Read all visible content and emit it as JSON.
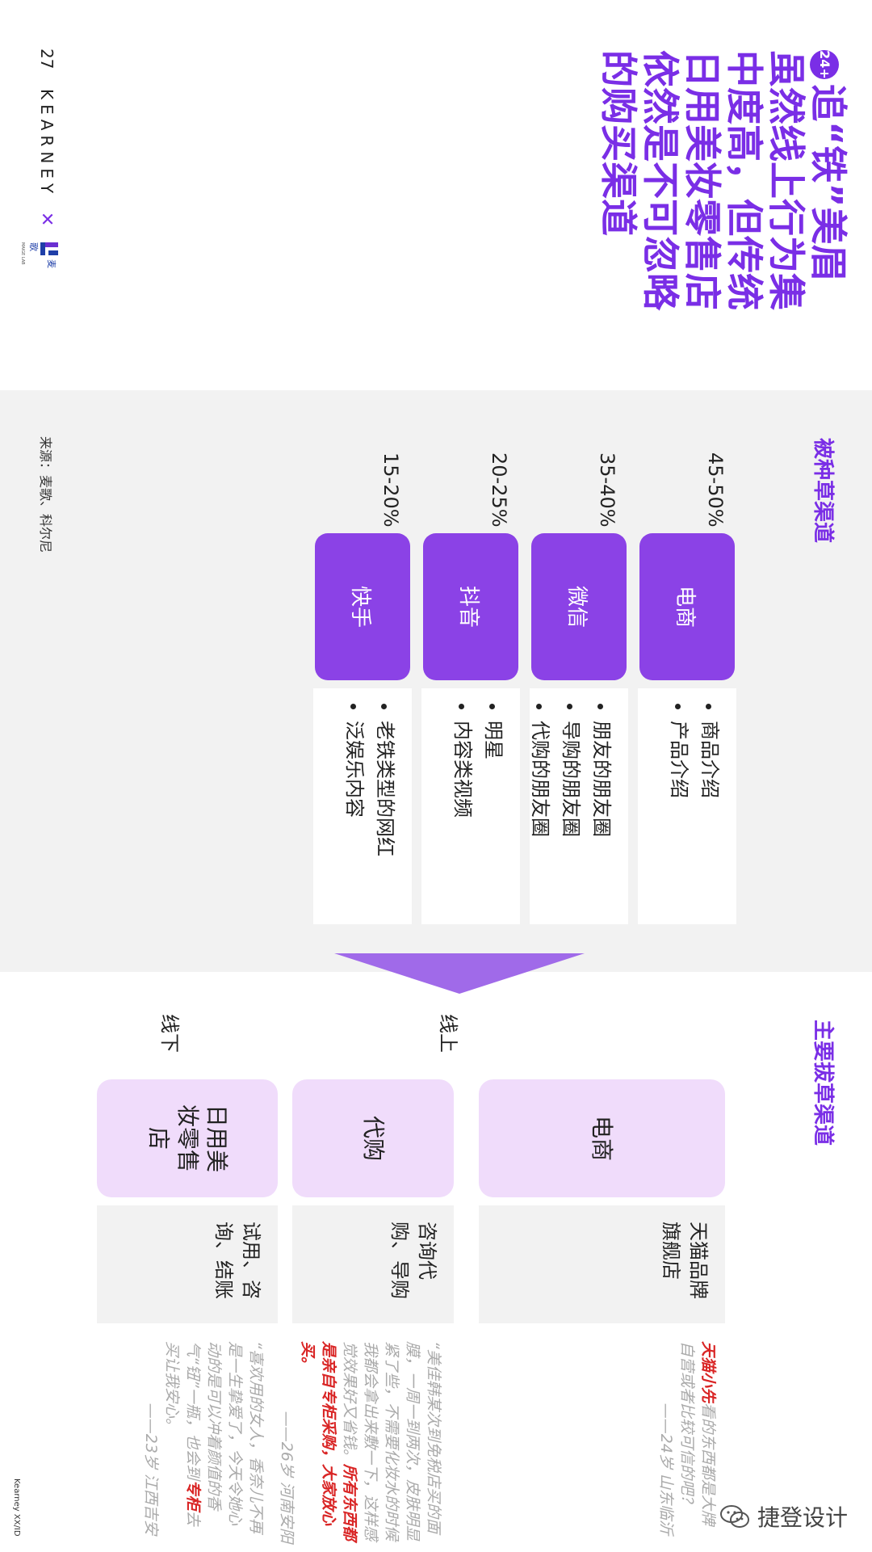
{
  "page": {
    "number": "27",
    "brand": "KEARNEY",
    "times": "✕",
    "partner": "麦歌",
    "partner_sub": "MAIGE LAB",
    "footer": "Kearney XX/ID"
  },
  "title": {
    "badge": "24+",
    "lines": [
      "追“铁”美眉",
      "虽然线上行为集",
      "中度高，但传统",
      "日用美妆零售店",
      "依然是不可忽略",
      "的购买渠道"
    ]
  },
  "seeding": {
    "label": "被种草渠道",
    "rows": [
      {
        "pct": "45-50%",
        "chip": "电商",
        "items": [
          "商品介绍",
          "产品介绍"
        ]
      },
      {
        "pct": "35-40%",
        "chip": "微信",
        "items": [
          "朋友的朋友圈",
          "导购的朋友圈",
          "代购的朋友圈"
        ]
      },
      {
        "pct": "20-25%",
        "chip": "抖音",
        "items": [
          "明星",
          "内容类视频"
        ]
      },
      {
        "pct": "15-20%",
        "chip": "快手",
        "items": [
          "老铁类型的网红",
          "泛娱乐内容"
        ]
      }
    ],
    "source": "来源：麦歌、科尔尼"
  },
  "weeding": {
    "label": "主要拔草渠道",
    "online": "线上",
    "offline": "线下",
    "rows": [
      {
        "chip": "电商",
        "detail": "天猫品牌旗舰店",
        "quote": {
          "pre": "",
          "hl": "天猫小先",
          "post": "看的东西都是大牌自营或者比较可信的吧？",
          "by": "——24岁 山东临沂"
        }
      },
      {
        "chip": "代购",
        "detail": "咨询代购、导购",
        "quote": {
          "pre": "“美佳韩某次到免税店买的面膜，一周一到两次，皮肤明显紧了些，不需要化妆水的时候我都会拿出来敷一下，这样感觉效果好又省钱。",
          "hl": "所有东西都是亲自专柜采购，大家放心买。",
          "post": "",
          "by": "——26岁 河南安阳"
        }
      },
      {
        "chip": "日用美妆零售店",
        "detail": "试用、咨询、结账",
        "quote": {
          "pre": "“喜欢用的女人，香奈儿不再是一生挚爱了，今天令她心动的是可以冲着颜值的香气“钮”一瓶，也会到",
          "hl": "专柜",
          "post": "去买让我安心。",
          "by": "——23岁 江西吉安"
        }
      }
    ]
  },
  "wechat": {
    "name": "捷登设计"
  },
  "colors": {
    "accent": "#7a2ee6",
    "chip": "#8b42e6",
    "chip_light": "#f0dcfb",
    "band": "#f2f2f2",
    "highlight": "#d92525"
  }
}
